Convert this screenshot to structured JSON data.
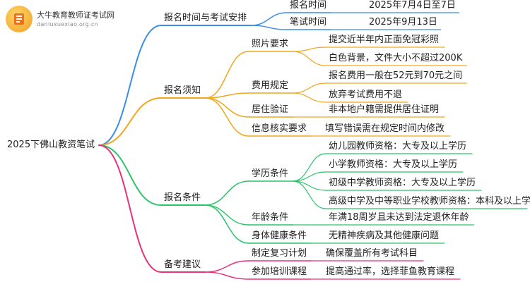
{
  "logo": {
    "title": "大牛教育教师证考试网",
    "subtitle": "daniuxuexiao.org.cn"
  },
  "root": "2025下佛山教资笔试",
  "colors": {
    "blue": "#3d8ee6",
    "orange": "#f1a61d",
    "green": "#2cc46b",
    "pink": "#e6337a"
  },
  "branches": [
    {
      "label": "报名时间与考试安排",
      "color": "blue",
      "children": [
        {
          "label": "报名时间",
          "children": [
            {
              "label": "2025年7月4日至7日"
            }
          ]
        },
        {
          "label": "笔试时间",
          "children": [
            {
              "label": "2025年9月13日"
            }
          ]
        }
      ]
    },
    {
      "label": "报名须知",
      "color": "orange",
      "children": [
        {
          "label": "照片要求",
          "children": [
            {
              "label": "提交近半年内正面免冠彩照"
            },
            {
              "label": "白色背景，文件大小不超过200K"
            }
          ]
        },
        {
          "label": "费用规定",
          "children": [
            {
              "label": "报名费用一般在52元到70元之间"
            },
            {
              "label": "放弃考试费用不退"
            }
          ]
        },
        {
          "label": "居住验证",
          "children": [
            {
              "label": "非本地户籍需提供居住证明"
            }
          ]
        },
        {
          "label": "信息核实要求",
          "children": [
            {
              "label": "填写错误需在规定时间内修改"
            }
          ]
        }
      ]
    },
    {
      "label": "报名条件",
      "color": "green",
      "children": [
        {
          "label": "学历条件",
          "children": [
            {
              "label": "幼儿园教师资格：大专及以上学历"
            },
            {
              "label": "小学教师资格：大专及以上学历"
            },
            {
              "label": "初级中学教师资格：大专及以上学历"
            },
            {
              "label": "高级中学及中等职业学校教师资格：本科及以上学历"
            }
          ]
        },
        {
          "label": "年龄条件",
          "children": [
            {
              "label": "年满18周岁且未达到法定退休年龄"
            }
          ]
        },
        {
          "label": "身体健康条件",
          "children": [
            {
              "label": "无精神疾病及其他健康问题"
            }
          ]
        }
      ]
    },
    {
      "label": "备考建议",
      "color": "pink",
      "children": [
        {
          "label": "制定复习计划",
          "children": [
            {
              "label": "确保覆盖所有考试科目"
            }
          ]
        },
        {
          "label": "参加培训课程",
          "children": [
            {
              "label": "提高通过率，选择菲鱼教育课程"
            }
          ]
        }
      ]
    }
  ]
}
